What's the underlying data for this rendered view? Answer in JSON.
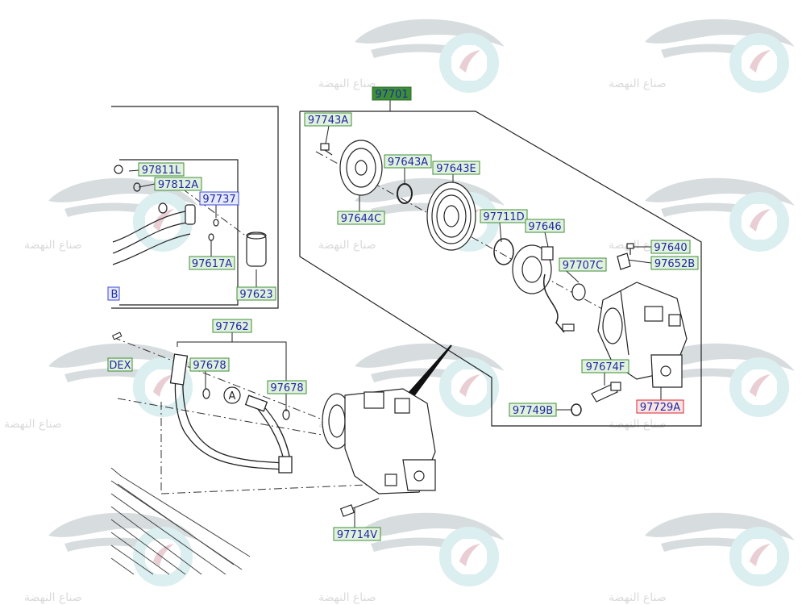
{
  "diagram": {
    "title_part": "97701",
    "colors": {
      "green_box_fill": "#e2f1dd",
      "green_box_stroke": "#3e8e37",
      "title_fill": "#3e8e37",
      "blue_box_stroke": "#3b4bd6",
      "red_box_stroke": "#d8262e",
      "label_text": "#1b2aa0",
      "line": "#222222",
      "watermark_gray": "#d3d9dc",
      "watermark_teal": "#d7ecef"
    },
    "labels": [
      {
        "id": "97701",
        "style": "title"
      },
      {
        "id": "97743A",
        "style": "green"
      },
      {
        "id": "97643A",
        "style": "green"
      },
      {
        "id": "97643E",
        "style": "green"
      },
      {
        "id": "97644C",
        "style": "green"
      },
      {
        "id": "97711D",
        "style": "green"
      },
      {
        "id": "97646",
        "style": "green"
      },
      {
        "id": "97640",
        "style": "green"
      },
      {
        "id": "97652B",
        "style": "green"
      },
      {
        "id": "97707C",
        "style": "green"
      },
      {
        "id": "97674F",
        "style": "green"
      },
      {
        "id": "97749B",
        "style": "green"
      },
      {
        "id": "97729A",
        "style": "red"
      },
      {
        "id": "97811L",
        "style": "green"
      },
      {
        "id": "97812A",
        "style": "green"
      },
      {
        "id": "97737",
        "style": "blue"
      },
      {
        "id": "97617A",
        "style": "green"
      },
      {
        "id": "97623",
        "style": "green"
      },
      {
        "id": "B",
        "style": "blue"
      },
      {
        "id": "97762",
        "style": "green"
      },
      {
        "id": "97678",
        "style": "green"
      },
      {
        "id": "97678",
        "style": "green"
      },
      {
        "id": "DEX",
        "style": "green"
      },
      {
        "id": "97714V",
        "style": "green"
      }
    ],
    "callout": "A",
    "watermark_text": "صناع النهضة"
  }
}
